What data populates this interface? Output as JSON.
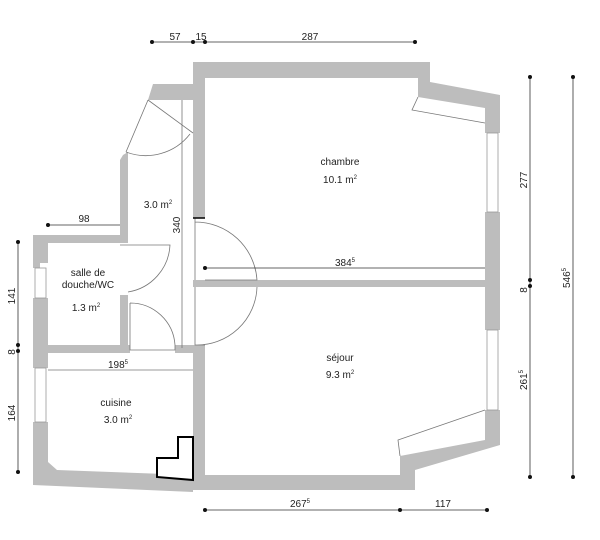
{
  "rooms": [
    {
      "name": "chambre",
      "area": "10.1 m",
      "unit_sup": "2"
    },
    {
      "name": "séjour",
      "area": "9.3 m",
      "unit_sup": "2"
    },
    {
      "name": "salle de",
      "name2": "douche/WC",
      "area": "1.3 m",
      "unit_sup": "2"
    },
    {
      "name": "cuisine",
      "area": "3.0 m",
      "unit_sup": "2"
    },
    {
      "name": "",
      "area": "3.0 m",
      "unit_sup": "2"
    }
  ],
  "dimensions": {
    "top": [
      {
        "v": "57"
      },
      {
        "v": "15"
      },
      {
        "v": "287"
      }
    ],
    "left": [
      {
        "v": "141"
      },
      {
        "v": "8"
      },
      {
        "v": "164"
      }
    ],
    "right": [
      {
        "v": "277"
      },
      {
        "v": "8"
      },
      {
        "v": "261",
        "sup": "5"
      }
    ],
    "total_right": {
      "v": "546",
      "sup": "5"
    },
    "bottom": [
      {
        "v": "267",
        "sup": "5"
      },
      {
        "v": "117"
      }
    ],
    "inner": {
      "bath_width": {
        "v": "98"
      },
      "hall_length": {
        "v": "340"
      },
      "chambre_width": {
        "v": "384",
        "sup": "5"
      },
      "kitchen_width": {
        "v": "198",
        "sup": "5"
      }
    }
  }
}
